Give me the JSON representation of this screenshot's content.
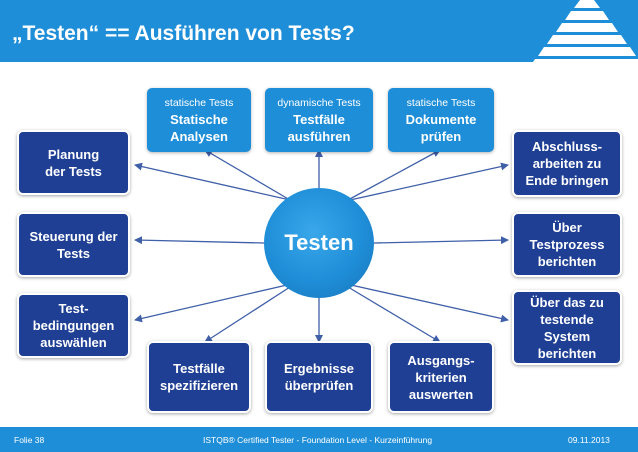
{
  "header": {
    "title": "„Testen“ == Ausführen von Tests?"
  },
  "center": {
    "label": "Testen"
  },
  "top_boxes": [
    {
      "category": "statische Tests",
      "line1": "Statische",
      "line2": "Analysen"
    },
    {
      "category": "dynamische Tests",
      "line1": "Testfälle",
      "line2": "ausführen"
    },
    {
      "category": "statische Tests",
      "line1": "Dokumente",
      "line2": "prüfen"
    }
  ],
  "left_boxes": [
    {
      "lines": [
        "Planung",
        "der Tests"
      ]
    },
    {
      "lines": [
        "Steuerung der",
        "Tests"
      ]
    },
    {
      "lines": [
        "Test-",
        "bedingungen",
        "auswählen"
      ]
    }
  ],
  "right_boxes": [
    {
      "lines": [
        "Abschluss-",
        "arbeiten zu",
        "Ende bringen"
      ]
    },
    {
      "lines": [
        "Über",
        "Testprozess",
        "berichten"
      ]
    },
    {
      "lines": [
        "Über das zu",
        "testende",
        "System",
        "berichten"
      ]
    }
  ],
  "bottom_boxes": [
    {
      "lines": [
        "Testfälle",
        "spezifizieren"
      ]
    },
    {
      "lines": [
        "Ergebnisse",
        "überprüfen"
      ]
    },
    {
      "lines": [
        "Ausgangs-",
        "kriterien",
        "auswerten"
      ]
    }
  ],
  "footer": {
    "slide": "Folie 38",
    "course": "ISTQB® Certified Tester - Foundation Level - Kurzeinführung",
    "date": "09.11.2013"
  },
  "colors": {
    "accent": "#1f8ed8",
    "box_dark": "#1f3f95",
    "connector": "#3f5fa8"
  }
}
